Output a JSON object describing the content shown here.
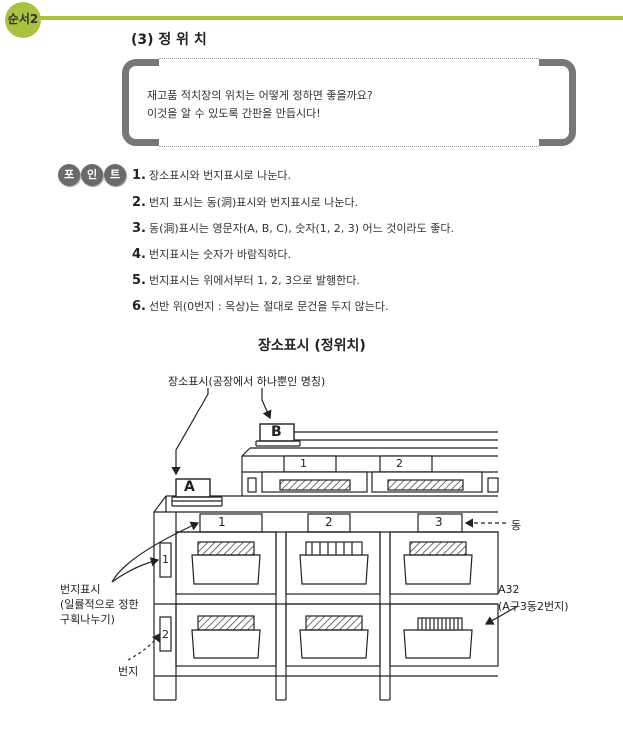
{
  "header": {
    "badge": "순서2"
  },
  "section_title": "(3) 정 위 치",
  "question": {
    "line1": "재고품 적치장의 위치는 어떻게 정하면 좋을까요?",
    "line2": "이것을 알 수 있도록 간판을 만듭시다!"
  },
  "point_badges": [
    "포",
    "인",
    "트"
  ],
  "points": [
    {
      "num": "1.",
      "text": "장소표시와 번지표시로 나눈다."
    },
    {
      "num": "2.",
      "text": "번지 표시는 동(洞)표시와 번지표시로 나눈다."
    },
    {
      "num": "3.",
      "text": "동(洞)표시는 영문자(A, B, C), 숫자(1, 2, 3) 어느 것이라도 좋다."
    },
    {
      "num": "4.",
      "text": "번지표시는 숫자가 바람직하다."
    },
    {
      "num": "5.",
      "text": "번지표시는 위에서부터 1, 2, 3으로 발행한다."
    },
    {
      "num": "6.",
      "text": "선반 위(0번지 : 옥상)는 절대로 문건을 두지 않는다."
    }
  ],
  "diagram": {
    "title": "장소표시 (정위치)",
    "place_label": "장소표시(공장에서 하나뿐인 명칭)",
    "sign_a": "A",
    "sign_b": "B",
    "front_col1": "1",
    "front_col2": "2",
    "front_col3": "3",
    "back_col1": "1",
    "back_col2": "2",
    "row1": "1",
    "row2": "2",
    "dong_label": "동",
    "address_label_line1": "번지표시",
    "address_label_line2": "(일률적으로 정한",
    "address_label_line3": "구획나누기)",
    "beonji_label": "번지",
    "a32_line1": "A32",
    "a32_line2": "(A구3동2번지)"
  }
}
